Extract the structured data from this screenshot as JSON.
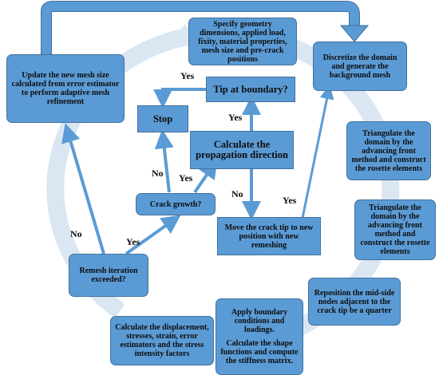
{
  "colors": {
    "box_fill": "#5b9bd5",
    "box_border": "#41719c",
    "cycle_arrow": "#dbe6f3",
    "flow_arrow": "#5b9bd5"
  },
  "nodes": {
    "specify": "Specify geometry dimensions, applied load, fixity, material properties, mesh size and pre-crack positions",
    "discretize": "Discretize the domain and generate the background mesh",
    "triangulate_1": "Triangulate the domain by the advancing front method and construct the rosette elements",
    "triangulate_2": "Triangulate the domain by the advancing front method and construct the rosette elements",
    "reposition": "Reposition the mid-side nodes adjacent to the crack tip be a quarter",
    "apply_bc": "Apply boundary conditions and loadings.",
    "shape_functions": "Calculate the shape functions and compute the stiffness matrix.",
    "calculate_displacement": "Calculate the displacement, stresses, strain, error estimators and the stress intensity factors",
    "remesh_iteration": "Remesh iteration exceeded?",
    "update_mesh": "Update the new mesh size calculated from error estimator to perform adaptive mesh refinement",
    "crack_growth": "Crack growth?",
    "propagation": "Calculate the propagation direction",
    "tip_boundary": "Tip at boundary?",
    "stop": "Stop",
    "move_tip": "Move the crack tip to new position with new remeshing"
  },
  "edge_labels": {
    "remesh_no": "No",
    "remesh_yes": "Yes",
    "crack_no": "No",
    "crack_yes": "Yes",
    "tip_yes": "Yes",
    "propagation_yes": "Yes",
    "move_no": "No",
    "move_yes": "Yes"
  }
}
